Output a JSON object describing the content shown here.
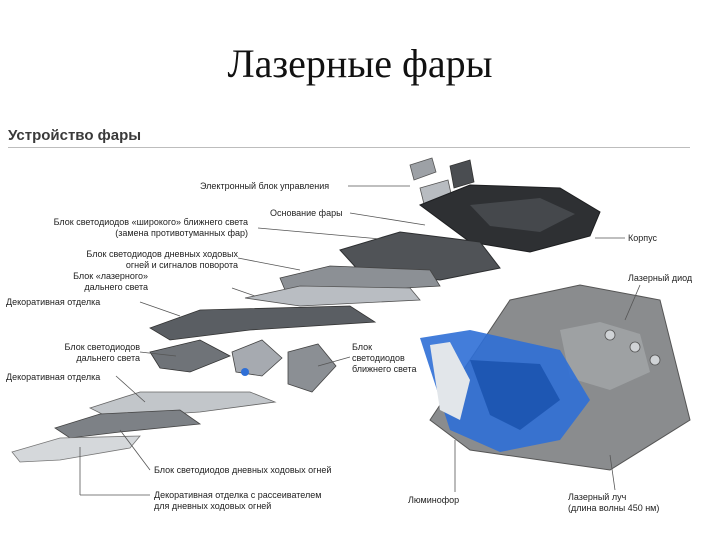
{
  "slide": {
    "title": "Лазерные фары"
  },
  "diagram": {
    "heading": "Устройство фары",
    "labels": {
      "ecu": "Электронный блок управления",
      "housing_base": "Основание фары",
      "wide_low_beam": [
        "Блок светодиодов «широкого» ближнего света",
        "(замена противотуманных фар)"
      ],
      "drl_turn": [
        "Блок светодиодов дневных ходовых",
        "огней и сигналов поворота"
      ],
      "laser_high_beam": [
        "Блок «лазерного»",
        "дальнего света"
      ],
      "deco_trim_1": "Декоративная отделка",
      "high_beam_led": [
        "Блок светодиодов",
        "дальнего света"
      ],
      "low_beam_led": [
        "Блок",
        "светодиодов",
        "ближнего света"
      ],
      "deco_trim_2": "Декоративная отделка",
      "drl_block": "Блок светодиодов дневных ходовых огней",
      "deco_diffuser": [
        "Декоративная отделка с рассеивателем",
        "для дневных ходовых огней"
      ],
      "case": "Корпус",
      "laser_diode": "Лазерный диод",
      "phosphor": "Люминофор",
      "laser_beam": [
        "Лазерный луч",
        "(длина волны 450 нм)"
      ]
    },
    "colors": {
      "dark_part": "#3b3d40",
      "mid_part": "#6d7176",
      "light_part": "#c9ccd0",
      "laser_body": "#8a8c8e",
      "blue_optic": "#2f6fd6",
      "leader": "#555555"
    }
  }
}
